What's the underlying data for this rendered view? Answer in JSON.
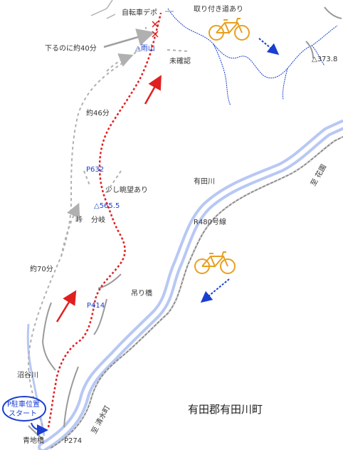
{
  "labels": {
    "cycle_depot": "自転車デポ",
    "bicycle_road": "取り付き道あり",
    "descent_time": "下るのに約40分",
    "peak_ameyama": "△雨山",
    "unconfirmed": "未確認",
    "triangulation_373": "△373.8",
    "time_46": "約46分",
    "point_632": "P632",
    "slight_view": "少し眺望あり",
    "peak_565": "△565.5",
    "pass": "峠",
    "junction": "分岐",
    "arida_river": "有田川",
    "route_480": "R480号線",
    "to_hanazono": "至 花園",
    "time_70": "約70分",
    "suspension_bridge": "吊り橋",
    "point_414": "P414",
    "numaya_river": "沼谷川",
    "parking_start_line1": "P駐車位置",
    "parking_start_line2": "スタート",
    "aochi_bridge": "青地橋",
    "point_274": "P274",
    "to_shimizu": "至 清水町",
    "town_name": "有田郡有田川町"
  },
  "colors": {
    "route_red": "#e02020",
    "river_blue": "#b8c8f4",
    "road_gray": "#8a8a8a",
    "dashed_gray": "#b0b0b0",
    "label_blue": "#1a3fd0",
    "bicycle_orange": "#e8a020"
  }
}
